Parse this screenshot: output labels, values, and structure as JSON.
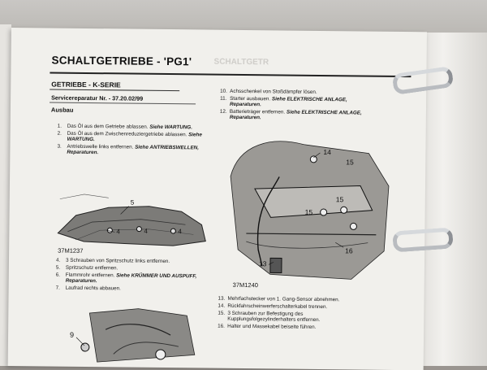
{
  "document": {
    "title": "SCHALTGETRIEBE - 'PG1'",
    "section": "GETRIEBE - K-SERIE",
    "repair_no": "Servicereparatur Nr. - 37.20.02/99",
    "subheading": "Ausbau",
    "steps_left_top": [
      {
        "n": "1.",
        "text": "Das Öl aus dem Getriebe ablassen. ",
        "ref": "Siehe WARTUNG."
      },
      {
        "n": "2.",
        "text": "Das Öl aus dem Zwischenreduziergetriebe ablassen. ",
        "ref": "Siehe WARTUNG."
      },
      {
        "n": "3.",
        "text": "Antriebswelle links entfernen. ",
        "ref": "Siehe ANTRIEBSWELLEN, Reparaturen."
      }
    ],
    "steps_left_bottom": [
      {
        "n": "4.",
        "text": "3 Schrauben von Spritzschutz links entfernen.",
        "ref": ""
      },
      {
        "n": "5.",
        "text": "Spritzschutz entfernen.",
        "ref": ""
      },
      {
        "n": "6.",
        "text": "Flammrohr entfernen. ",
        "ref": "Siehe KRÜMMER UND AUSPUFF, Reparaturen."
      },
      {
        "n": "7.",
        "text": "Laufrad rechts abbauen.",
        "ref": ""
      }
    ],
    "steps_right_top": [
      {
        "n": "10.",
        "text": "Achsschenkel von Stoßdämpfer lösen.",
        "ref": ""
      },
      {
        "n": "11.",
        "text": "Starter ausbauen. ",
        "ref": "Siehe ELEKTRISCHE ANLAGE, Reparaturen."
      },
      {
        "n": "12.",
        "text": "Batterieträger entfernen. ",
        "ref": "Siehe ELEKTRISCHE ANLAGE, Reparaturen."
      }
    ],
    "steps_right_bottom": [
      {
        "n": "13.",
        "text": "Mehrfachstecker von 1. Gang-Sensor abnehmen.",
        "ref": ""
      },
      {
        "n": "14.",
        "text": "Rückfahrscheinwerferschalterkabel trennen.",
        "ref": ""
      },
      {
        "n": "15.",
        "text": "3 Schrauben zur Befestigung des Kupplungsfolgezylinderhalters entfernen.",
        "ref": ""
      },
      {
        "n": "16.",
        "text": "Halter und Massekabel beiseite führen.",
        "ref": ""
      }
    ],
    "figure1": {
      "code": "37M1237",
      "labels": [
        "5",
        "4",
        "4",
        "4"
      ]
    },
    "figure2": {
      "code": "37M1240",
      "labels": [
        "14",
        "15",
        "15",
        "15",
        "16",
        "13"
      ]
    },
    "figure3": {
      "labels": [
        "9"
      ]
    },
    "ghost_text": "SCHALTGETR"
  }
}
